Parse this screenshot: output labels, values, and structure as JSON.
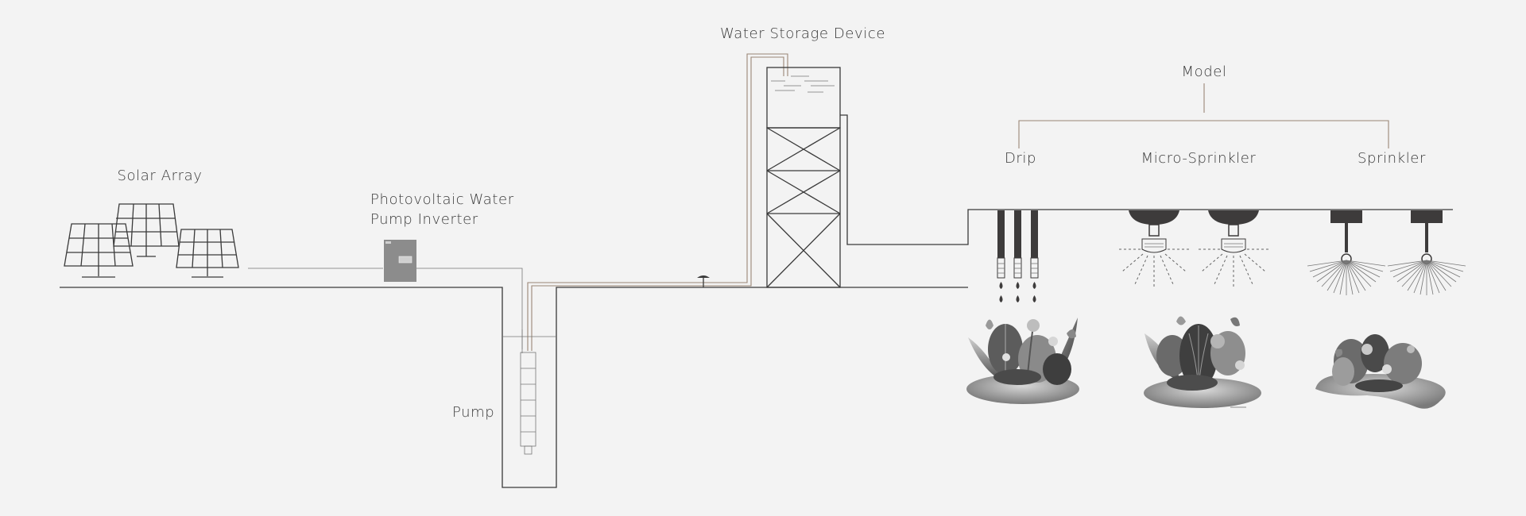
{
  "labels": {
    "solar_array": "Solar Array",
    "inverter_line1": "Photovoltaic Water",
    "inverter_line2": "Pump Inverter",
    "pump": "Pump",
    "water_storage": "Water Storage Device",
    "model": "Model",
    "drip": "Drip",
    "micro_sprinkler": "Micro-Sprinkler",
    "sprinkler": "Sprinkler"
  },
  "colors": {
    "background": "#f3f3f3",
    "line": "#3a3a3a",
    "pipe": "#9a8676",
    "device_dark": "#3d3b3b",
    "inverter_body": "#8c8c8c"
  },
  "icons": [
    "solar-panel-icon",
    "inverter-icon",
    "pump-icon",
    "water-tower-icon",
    "drip-emitter-icon",
    "micro-sprinkler-icon",
    "sprinkler-icon",
    "plant-cluster-icon"
  ]
}
